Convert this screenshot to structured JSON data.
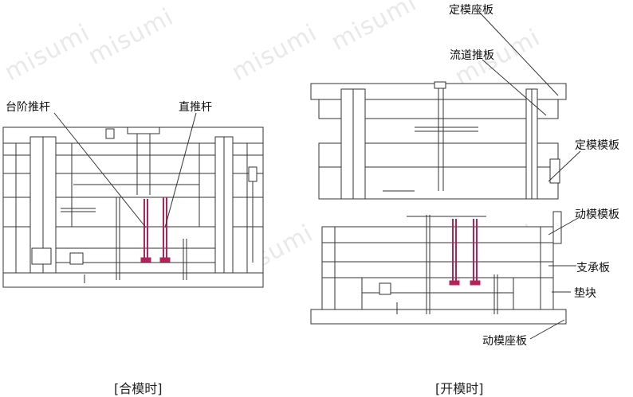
{
  "watermark": "misumi",
  "labels": {
    "fixed_clamp_plate": "定模座板",
    "runner_stripper_plate": "流道推板",
    "step_ejector_pin": "台阶推杆",
    "straight_ejector_pin": "直推杆",
    "fixed_mold_plate": "定模模板",
    "moving_mold_plate": "动模模板",
    "support_plate": "支承板",
    "spacer_block": "垫块",
    "moving_clamp_plate": "动模座板"
  },
  "captions": {
    "closed": "[合模时]",
    "open": "[开模时]"
  },
  "colors": {
    "line": "#333333",
    "pin": "#b0245a",
    "watermark": "#e9e9e9"
  }
}
